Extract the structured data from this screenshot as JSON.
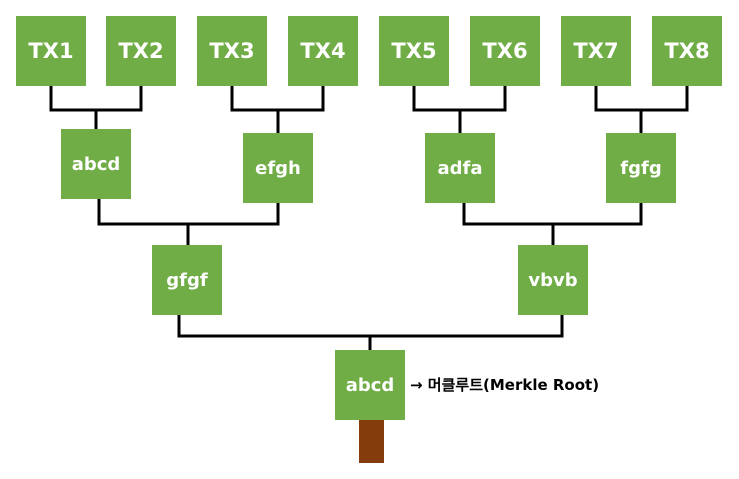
{
  "colors": {
    "node": "#70ad47",
    "connector": "#000000",
    "trunk": "#843c0c",
    "text": "#ffffff"
  },
  "transactions": [
    "TX1",
    "TX2",
    "TX3",
    "TX4",
    "TX5",
    "TX6",
    "TX7",
    "TX8"
  ],
  "level1": [
    "abcd",
    "efgh",
    "adfa",
    "fgfg"
  ],
  "level2": [
    "gfgf",
    "vbvb"
  ],
  "root": {
    "label": "abcd",
    "caption": "→ 머클루트(Merkle Root)"
  }
}
